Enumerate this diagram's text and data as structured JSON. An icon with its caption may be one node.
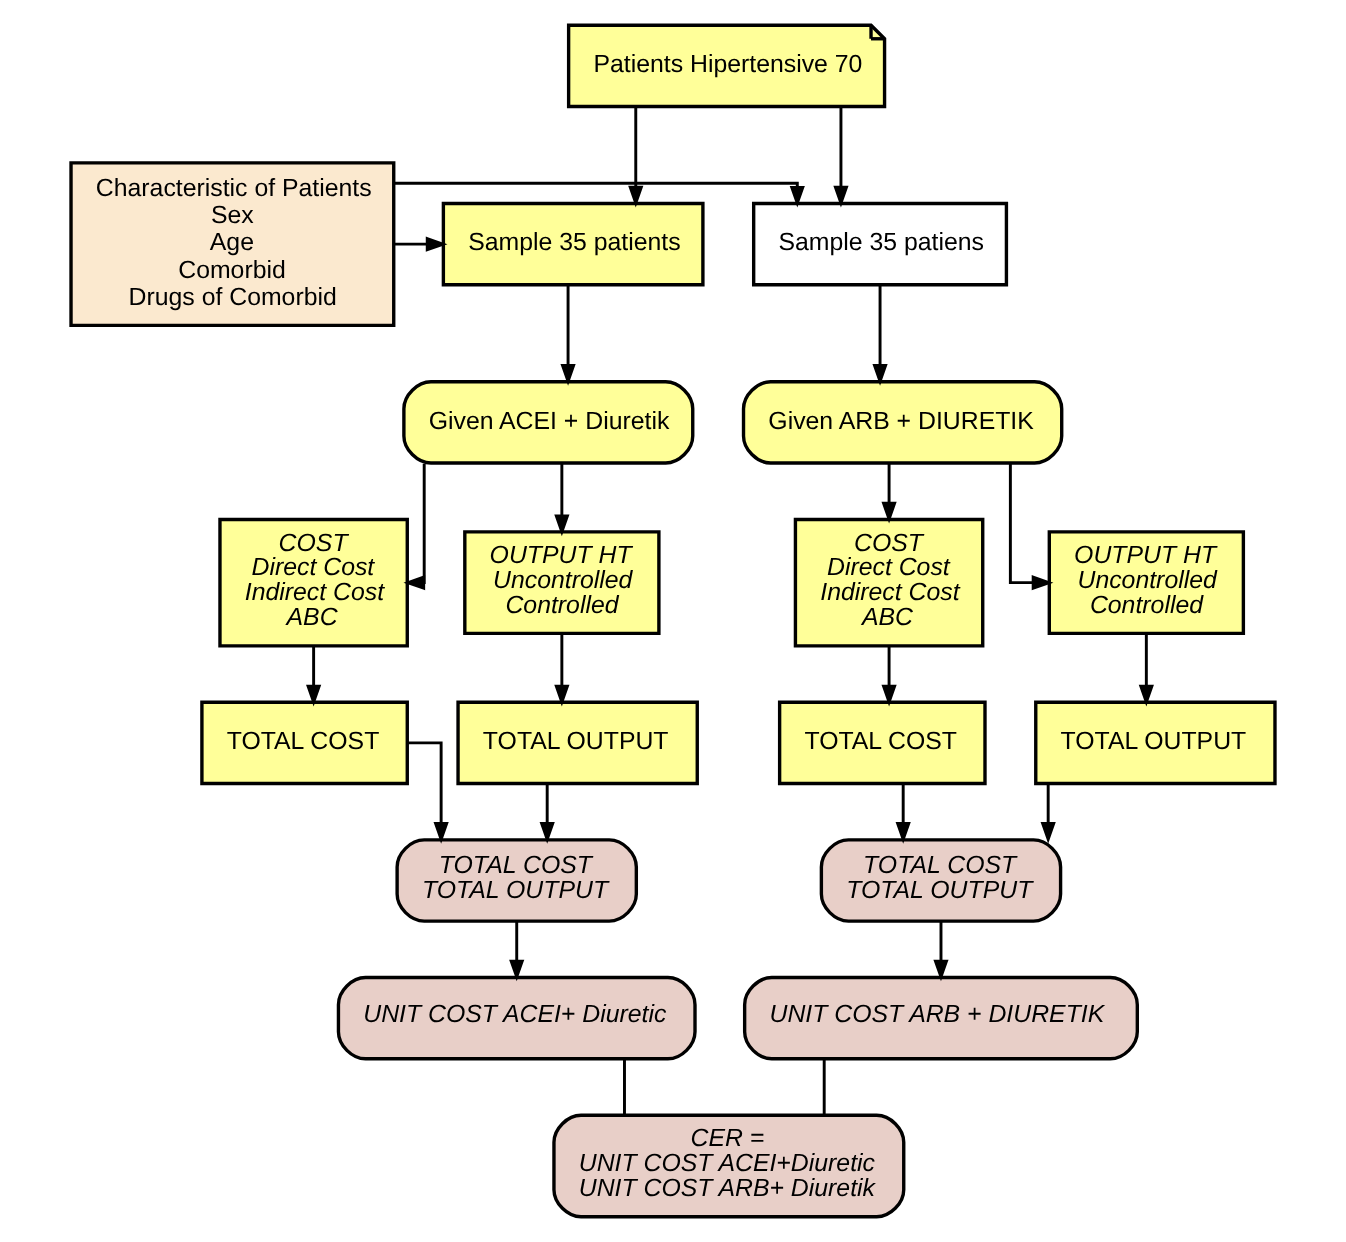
{
  "diagram": {
    "nodes": [
      {
        "text": [
          "Patients Hipertensive 70"
        ]
      },
      {
        "text": [
          "Sample 35 patients"
        ]
      },
      {
        "text": [
          "Characteristic of Patients",
          "Sex",
          "Age",
          "Comorbid",
          "Drugs of Comorbid"
        ]
      },
      {
        "text": [
          "Sample 35 patiens"
        ]
      },
      {
        "text": [
          "Given ACEI + Diuretik"
        ]
      },
      {
        "text": [
          "Given ARB + DIURETIK"
        ]
      },
      {
        "text": [
          "COST",
          "Direct Cost",
          "Indirect Cost",
          "ABC"
        ]
      },
      {
        "text": [
          "OUTPUT HT",
          "Uncontrolled",
          "Controlled"
        ]
      },
      {
        "text": [
          "COST",
          "Direct Cost",
          "Indirect Cost",
          "ABC"
        ]
      },
      {
        "text": [
          "OUTPUT HT",
          "Uncontrolled",
          "Controlled"
        ]
      },
      {
        "text": [
          "TOTAL COST"
        ]
      },
      {
        "text": [
          "TOTAL OUTPUT"
        ]
      },
      {
        "text": [
          "TOTAL COST"
        ]
      },
      {
        "text": [
          "TOTAL OUTPUT"
        ]
      },
      {
        "text": [
          "TOTAL COST",
          "TOTAL OUTPUT"
        ]
      },
      {
        "text": [
          "TOTAL COST",
          "TOTAL OUTPUT"
        ]
      },
      {
        "text": [
          "UNIT COST ACEI+ Diuretic"
        ]
      },
      {
        "text": [
          "UNIT COST ARB + DIURETIK"
        ]
      },
      {
        "text": [
          "CER =",
          "UNIT COST ACEI+Diuretic",
          "UNIT COST ARB+ Diuretik"
        ]
      }
    ],
    "edges": [
      {
        "from": 0,
        "to": 1,
        "arrow": "to"
      },
      {
        "from": 0,
        "to": 3,
        "arrow": "to"
      },
      {
        "from": 2,
        "to": 1,
        "arrow": "to"
      },
      {
        "from": 2,
        "to": 3,
        "arrow": "to"
      },
      {
        "from": 1,
        "to": 4,
        "arrow": "to"
      },
      {
        "from": 3,
        "to": 5,
        "arrow": "to"
      },
      {
        "from": 4,
        "to": 6,
        "arrow": "to"
      },
      {
        "from": 4,
        "to": 7,
        "arrow": "to"
      },
      {
        "from": 5,
        "to": 8,
        "arrow": "to"
      },
      {
        "from": 5,
        "to": 9,
        "arrow": "to"
      },
      {
        "from": 6,
        "to": 10,
        "arrow": "to"
      },
      {
        "from": 7,
        "to": 11,
        "arrow": "to"
      },
      {
        "from": 8,
        "to": 12,
        "arrow": "to"
      },
      {
        "from": 9,
        "to": 13,
        "arrow": "to"
      },
      {
        "from": 10,
        "to": 14,
        "arrow": "to"
      },
      {
        "from": 11,
        "to": 14,
        "arrow": "to"
      },
      {
        "from": 12,
        "to": 15,
        "arrow": "to"
      },
      {
        "from": 13,
        "to": 15,
        "arrow": "to"
      },
      {
        "from": 14,
        "to": 16,
        "arrow": "to"
      },
      {
        "from": 15,
        "to": 17,
        "arrow": "to"
      },
      {
        "from": 16,
        "to": 18,
        "arrow": "none"
      },
      {
        "from": 17,
        "to": 18,
        "arrow": "none"
      }
    ]
  }
}
